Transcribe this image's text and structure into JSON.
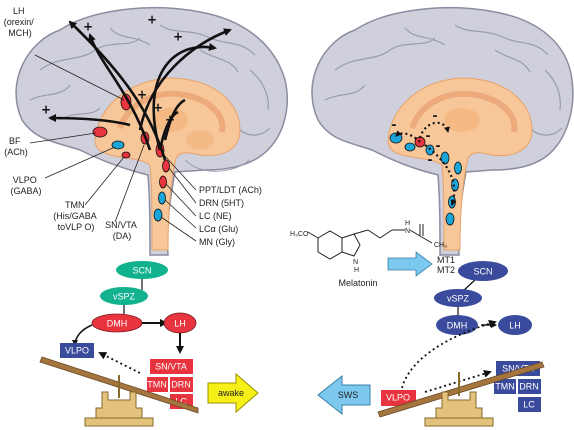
{
  "colors": {
    "red": "#e8343f",
    "teal": "#12b28f",
    "navy": "#3a4a9c",
    "cyan": "#1aa6d8",
    "brain": "#cfd0dc",
    "core": "#f7c79a",
    "beam": "#a4753f",
    "awake_arrow": "#f7ef18",
    "sws_arrow": "#7cc8ef"
  },
  "left": {
    "labels": {
      "lh": [
        "LH",
        "(orexin/",
        "MCH)"
      ],
      "bf": [
        "BF",
        "(ACh)"
      ],
      "vlpo": [
        "VLPO",
        "(GABA)"
      ],
      "tmn": [
        "TMN",
        "(His/GABA",
        "toVLP O)"
      ],
      "snvta": [
        "SN/VTA",
        "(DA)"
      ],
      "pptldt": "PPT/LDT (ACh)",
      "drn": "DRN (5HT)",
      "lc": "LC (NE)",
      "lca": "LCα (Glu)",
      "mn": "MN (Gly)"
    },
    "signs": [
      "+",
      "+",
      "+",
      "+",
      "+",
      "+",
      "+"
    ],
    "flow": {
      "scn": "SCN",
      "vspz": "vSPZ",
      "dmh": "DMH",
      "lh": "LH",
      "vlpo": "VLPO",
      "snvta": "SN/VTA",
      "tmn": "TMN",
      "drn": "DRN",
      "lc": "LC"
    },
    "state_arrow": "awake"
  },
  "right": {
    "signs": [
      "-",
      "-",
      "-",
      "-",
      "-"
    ],
    "melatonin_label": "Melatonin",
    "h3co": "H₃CO",
    "nh": "N",
    "nh_h": "H",
    "amide_n": "N",
    "amide_h": "H",
    "ch3": "CH₃",
    "mt1": "MT1",
    "mt2": "MT2",
    "flow": {
      "scn": "SCN",
      "vspz": "vSPZ",
      "dmh": "DMH",
      "lh": "LH",
      "vlpo": "VLPO",
      "snvta": "SN/VTA",
      "tmn": "TMN",
      "drn": "DRN",
      "lc": "LC"
    },
    "state_arrow": "SWS"
  }
}
